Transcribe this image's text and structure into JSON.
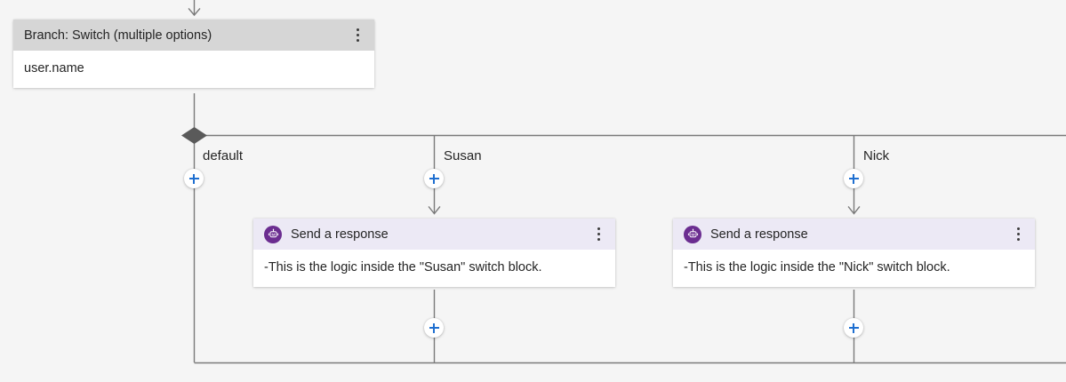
{
  "canvas": {
    "background_color": "#f5f5f5",
    "wire_color": "#7a7a7a",
    "accent_color": "#1f6fd0",
    "diamond_color": "#5a5a5a",
    "purple_color": "#6b2d90"
  },
  "branch_node": {
    "header_label": "Branch: Switch (multiple options)",
    "header_color": "#d6d6d6",
    "body_value": "user.name",
    "menu_icon": "kebab-menu-icon"
  },
  "branch_labels": [
    {
      "label": "default"
    },
    {
      "label": "Susan"
    },
    {
      "label": "Nick"
    }
  ],
  "response_cards": [
    {
      "header_label": "Send a response",
      "header_color": "#ece9f5",
      "icon": "bot-icon",
      "menu_icon": "kebab-menu-icon",
      "body_text": "-This is the logic inside the \"Susan\" switch block."
    },
    {
      "header_label": "Send a response",
      "header_color": "#ece9f5",
      "icon": "bot-icon",
      "menu_icon": "kebab-menu-icon",
      "body_text": "-This is the logic inside the \"Nick\" switch block."
    }
  ],
  "add_buttons": [
    {
      "name": "add-step-default-branch"
    },
    {
      "name": "add-step-susan-branch-top"
    },
    {
      "name": "add-step-nick-branch-top"
    },
    {
      "name": "add-step-susan-branch-bottom"
    },
    {
      "name": "add-step-nick-branch-bottom"
    }
  ]
}
